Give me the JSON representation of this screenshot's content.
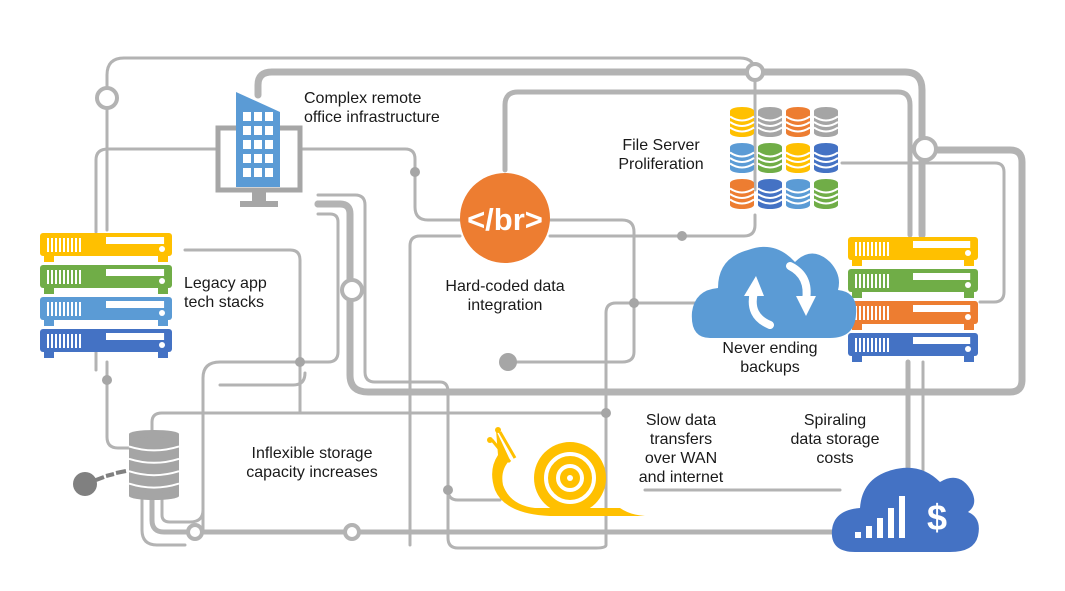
{
  "labels": {
    "remote_office": [
      "Complex remote",
      "office infrastructure"
    ],
    "file_server": [
      "File Server",
      "Proliferation"
    ],
    "hard_coded": [
      "Hard-coded data",
      "integration"
    ],
    "legacy_app": [
      "Legacy app",
      "tech stacks"
    ],
    "backups": [
      "Never ending",
      "backups"
    ],
    "inflexible_storage": [
      "Inflexible storage",
      "capacity increases"
    ],
    "slow_transfers": [
      "Slow data",
      "transfers",
      "over WAN",
      "and internet"
    ],
    "storage_costs": [
      "Spiraling",
      "data storage",
      "costs"
    ]
  },
  "code_badge_text": "</br>",
  "icons": {
    "remote_office": "office-building-monitor-icon",
    "file_server": "database-grid-icon",
    "hard_coded": "code-tag-icon",
    "legacy_app": "server-stack-icon",
    "backups": "cloud-sync-icon",
    "backup_servers": "server-stack-icon",
    "inflexible_storage": "database-ball-and-chain-icon",
    "slow_transfers": "snail-icon",
    "storage_costs": "cloud-dollar-chart-icon"
  },
  "colors": {
    "line": "#b3b3b3",
    "node": "#a6a6a6",
    "yellow": "#ffc000",
    "green": "#70ad47",
    "light_blue": "#5b9bd5",
    "dark_blue": "#4472c4",
    "orange": "#ed7d31",
    "gray": "#a5a5a5",
    "text": "#1a1a1a"
  },
  "file_server_grid": [
    [
      "yellow",
      "gray",
      "orange",
      "gray"
    ],
    [
      "light_blue",
      "green",
      "yellow",
      "dark_blue"
    ],
    [
      "orange",
      "dark_blue",
      "light_blue",
      "green"
    ]
  ],
  "legacy_stack": [
    "yellow",
    "green",
    "light_blue",
    "dark_blue"
  ],
  "backup_stack": [
    "yellow",
    "green",
    "orange",
    "dark_blue"
  ]
}
